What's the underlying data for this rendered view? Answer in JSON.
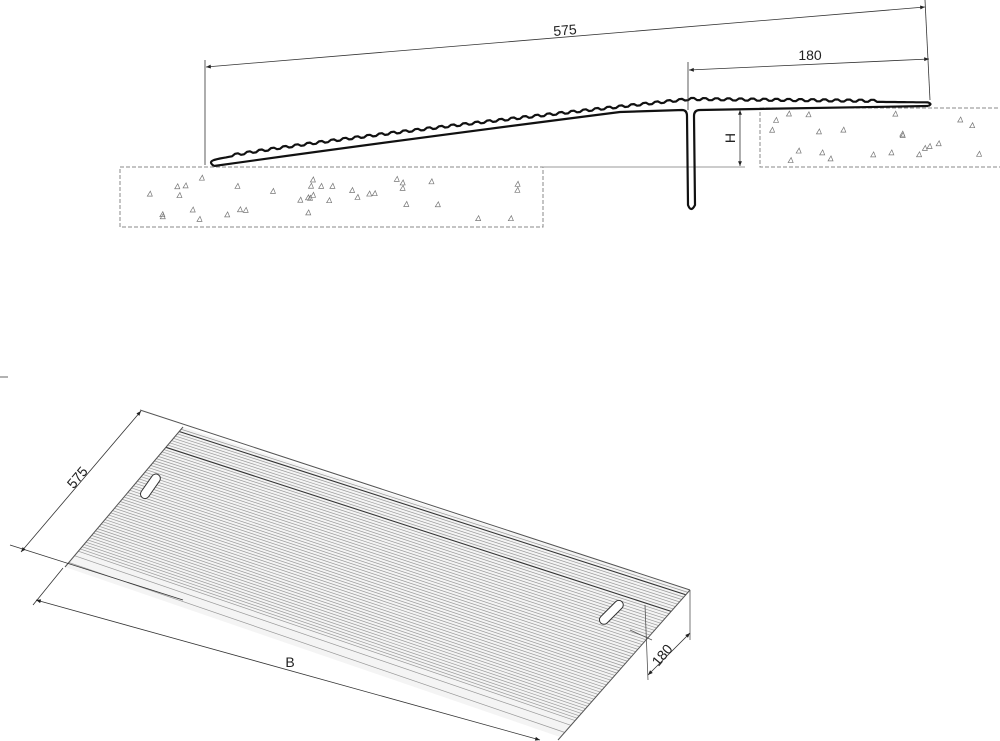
{
  "profile_view": {
    "length_label": "575",
    "flange_label": "180",
    "height_label": "H"
  },
  "iso_view": {
    "depth_label": "575",
    "width_label": "B",
    "flange_label": "180"
  },
  "colors": {
    "line": "#111111",
    "rib": "#888888",
    "concrete": "#888888"
  }
}
